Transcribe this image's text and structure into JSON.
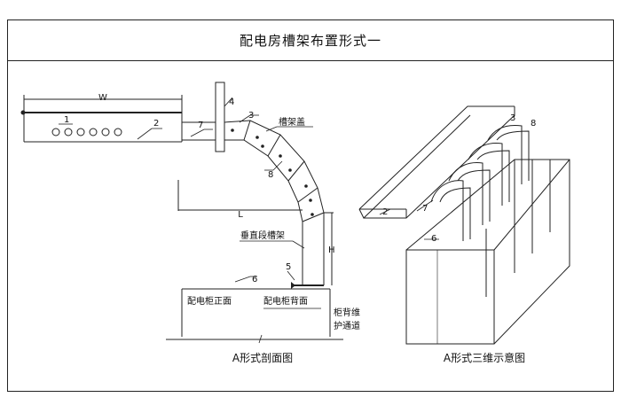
{
  "title": "配电房槽架布置形式一",
  "section": {
    "caption": "A形式剖面图",
    "dim_w": "W",
    "dim_l": "L",
    "dim_h": "H",
    "label_cover": "槽架盖",
    "label_vertical": "垂直段槽架",
    "label_front": "配电柜正面",
    "label_back": "配电柜背面",
    "label_aisle_1": "柜背维",
    "label_aisle_2": "护通道",
    "callouts": [
      "1",
      "2",
      "3",
      "4",
      "5",
      "6",
      "7",
      "8"
    ]
  },
  "iso": {
    "caption": "A形式三维示意图",
    "callouts": [
      "2",
      "3",
      "6",
      "7",
      "8"
    ]
  }
}
